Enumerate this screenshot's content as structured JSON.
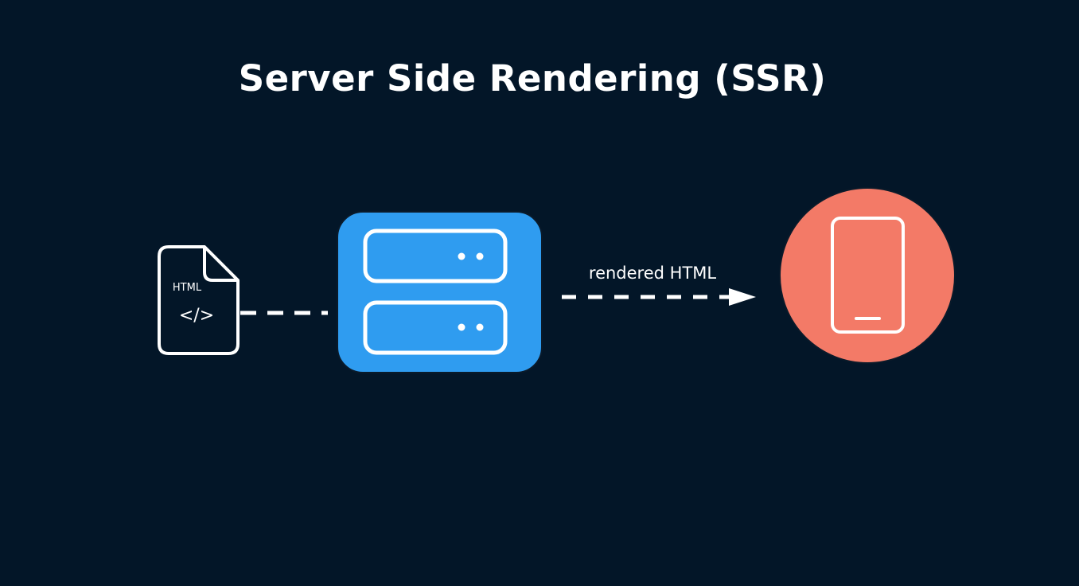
{
  "title": "Server Side Rendering (SSR)",
  "file": {
    "label": "HTML",
    "code_glyph": "</>",
    "icon": "html-file-icon"
  },
  "server": {
    "icon": "server-icon"
  },
  "client": {
    "icon": "mobile-phone-icon"
  },
  "arrow": {
    "label": "rendered HTML"
  },
  "colors": {
    "background": "#031628",
    "server": "#2f9cf0",
    "client": "#f37a67",
    "stroke": "#ffffff"
  }
}
